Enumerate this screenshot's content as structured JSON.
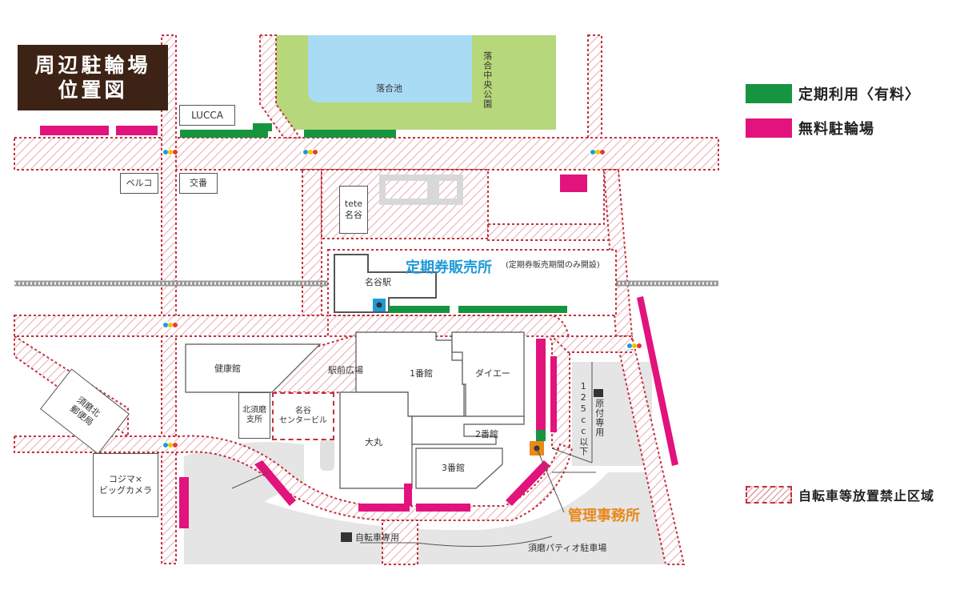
{
  "title": {
    "line1": "周辺駐輪場",
    "line2": "位置図"
  },
  "legend": [
    {
      "label": "定期利用〈有料〉",
      "color": "#17943f"
    },
    {
      "label": "無料駐輪場",
      "color": "#e2137c"
    },
    {
      "label": "自転車等放置禁止区域",
      "color": "#c4303d"
    }
  ],
  "labels": {
    "pond": "落合池",
    "park": "落合中央公園",
    "lucca": "LUCCA",
    "beruko": "ベルコ",
    "koban": "交番",
    "tete": "tete\n名谷",
    "station": "名谷駅",
    "teiki_office": "定期券販売所",
    "teiki_note": "(定期券販売期間のみ開設)",
    "kenkokan": "健康館",
    "ekimae": "駅前広場",
    "ichibankan": "1番館",
    "daiei": "ダイエー",
    "kitasuma": "北須磨\n支所",
    "myodani_center": "名谷\nセンタービル",
    "daimaru": "大丸",
    "nibankan": "2番館",
    "sanbankan": "3番館",
    "post": "須磨北\n郵便局",
    "kojima": "コジマ×\nビッグカメラ",
    "kanri": "管理事務所",
    "bike_only": "自転車専用",
    "patio_parking": "須磨パティオ駐車場",
    "moped": "125cc以下",
    "moped2": "原付専用"
  },
  "colors": {
    "green": "#17943f",
    "magenta": "#e2137c",
    "hatch": "#c4303d",
    "blue": "#1e9bd7",
    "orange": "#e8891a",
    "title_bg": "#3d2316",
    "park": "#b6d77a",
    "pond": "#a9dbf5"
  }
}
